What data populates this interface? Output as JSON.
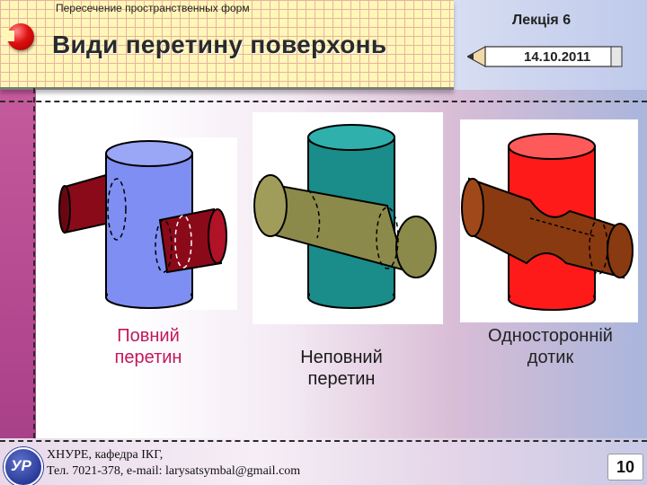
{
  "header": {
    "subject": "Пересечение пространственных форм",
    "title": "Види перетину поверхонь",
    "lecture": "Лекція 6",
    "date": "14.10.2011"
  },
  "figures": [
    {
      "caption_line1": "Повний",
      "caption_line2": "перетин",
      "vertical_color": "#7f8ef2",
      "horizontal_color": "#8b0a1a"
    },
    {
      "caption_line1": "Неповний",
      "caption_line2": "перетин",
      "vertical_color": "#1a8c89",
      "horizontal_color": "#8c8a4a"
    },
    {
      "caption_line1": "Односторонній",
      "caption_line2": "дотик",
      "vertical_color": "#ff1a1a",
      "horizontal_color": "#8a3a10"
    }
  ],
  "footer": {
    "logo_text": "УР",
    "line1": "ХНУРЕ,  кафедра ІКГ,",
    "line2": "Тел. 7021-378, e-mail: larysatsymbal@gmail.com",
    "page_number": "10"
  },
  "colors": {
    "caption_accent": "#c2185b"
  }
}
